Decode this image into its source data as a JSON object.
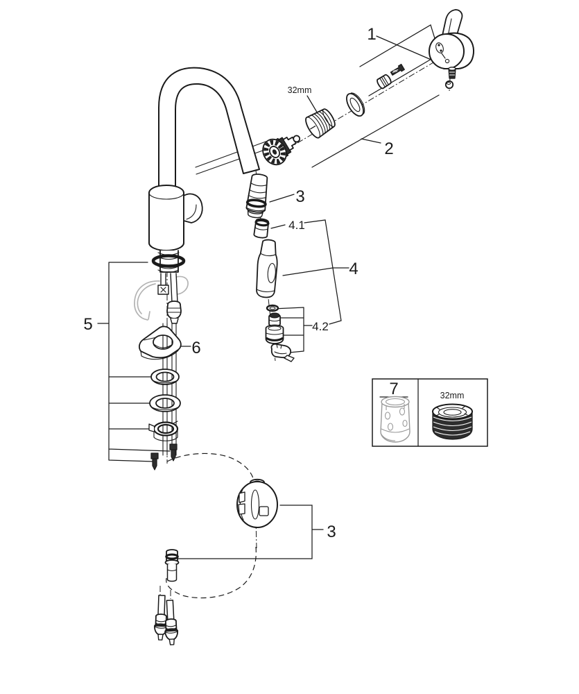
{
  "diagram": {
    "type": "exploded-parts-diagram",
    "subject": "single-lever kitchen faucet with pull-out spray",
    "colors": {
      "line": "#1a1a1a",
      "phantom": "#b3b3b3",
      "background": "#ffffff",
      "dark_fill": "#2e2e2e"
    },
    "callouts": {
      "c1": "1",
      "c2": "2",
      "c3_top": "3",
      "c3_bottom": "3",
      "c4": "4",
      "c4_1": "4.1",
      "c4_2": "4.2",
      "c5": "5",
      "c6": "6",
      "c7": "7"
    },
    "annotations": {
      "thread_size_top": "32mm",
      "thread_size_box": "32mm"
    }
  }
}
